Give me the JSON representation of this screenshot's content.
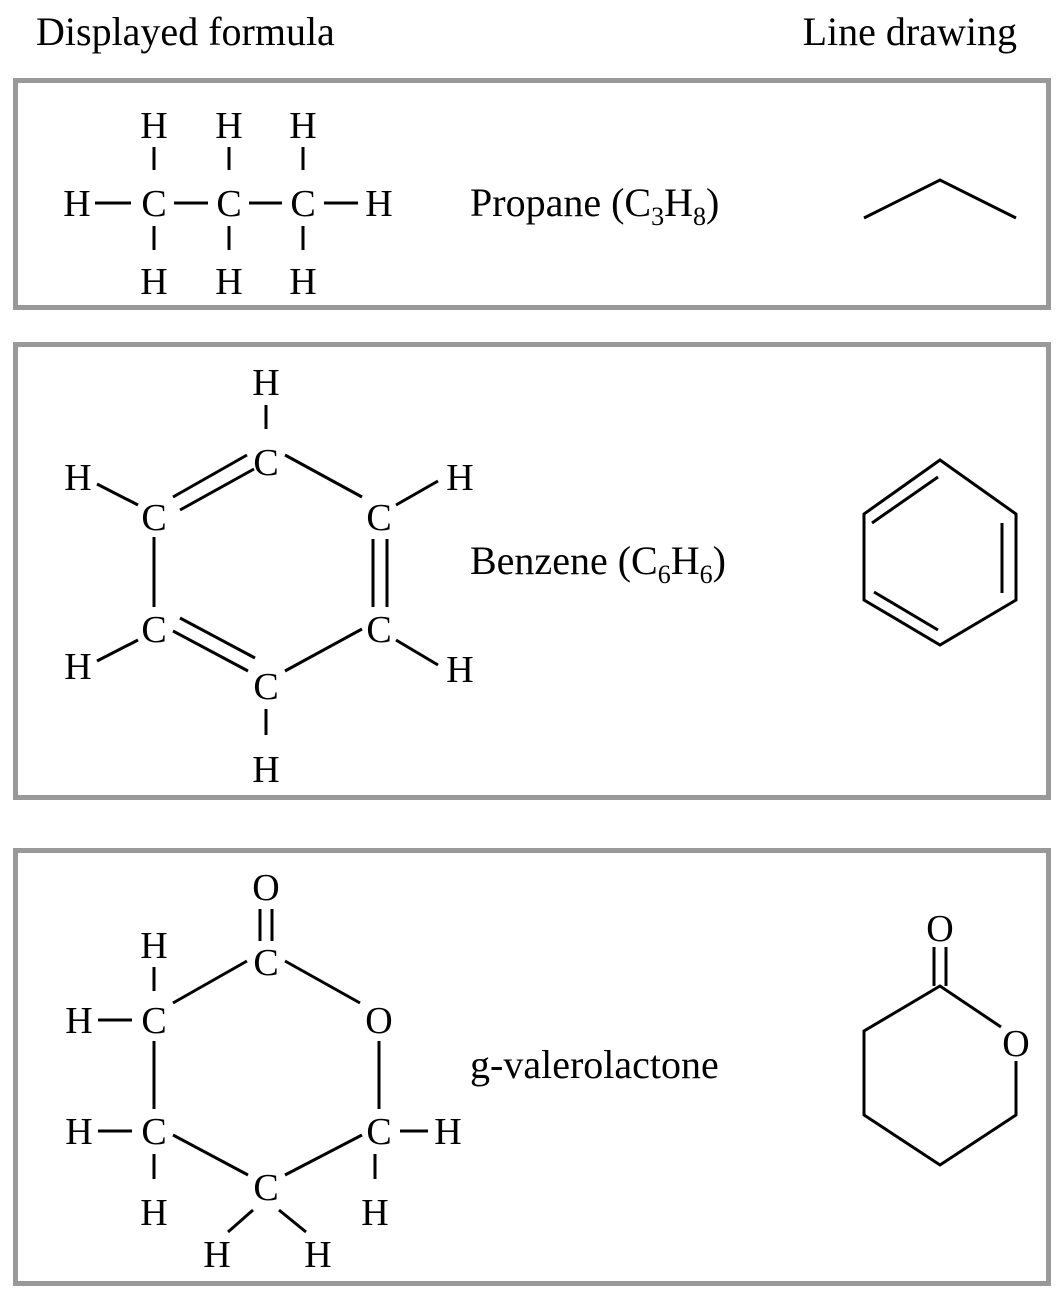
{
  "headers": {
    "left": "Displayed formula",
    "right": "Line drawing"
  },
  "atoms": {
    "hydrogen": "H",
    "carbon": "C",
    "oxygen": "O"
  },
  "molecules": [
    {
      "name": "Propane",
      "formula_open": "(C",
      "formula_n1": "3",
      "formula_mid": "H",
      "formula_n2": "8",
      "formula_close": ")"
    },
    {
      "name": "Benzene",
      "formula_open": "(C",
      "formula_n1": "6",
      "formula_mid": "H",
      "formula_n2": "6",
      "formula_close": ")"
    },
    {
      "name": "g-valerolactone"
    }
  ],
  "colors": {
    "border": "#999999",
    "ink": "#000000"
  }
}
